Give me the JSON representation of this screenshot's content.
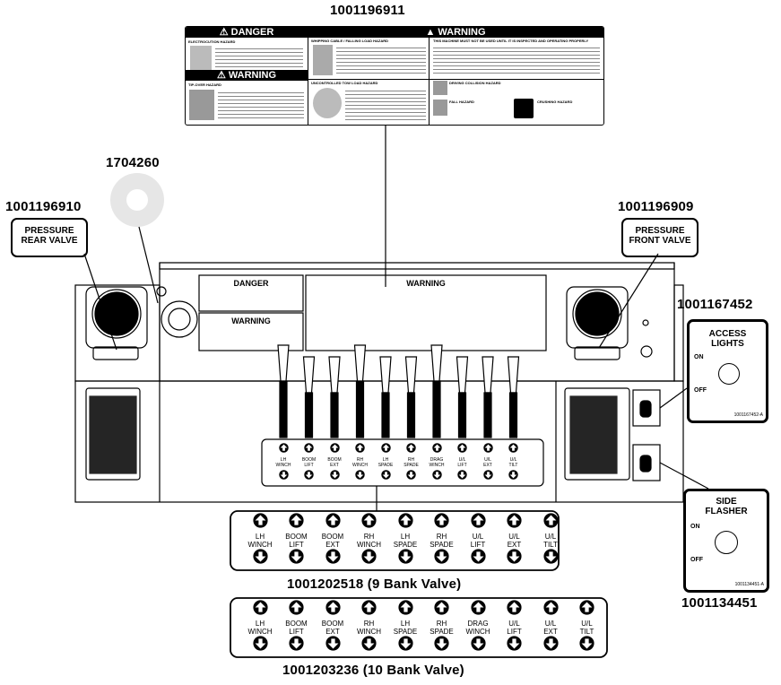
{
  "part_numbers": {
    "top_decal": "1001196911",
    "round_decal": "1704260",
    "rear_valve_decal": "1001196910",
    "front_valve_decal": "1001196909",
    "access_lights_decal": "1001167452",
    "side_flasher_decal": "1001134451",
    "nine_bank": "1001202518 (9 Bank Valve)",
    "ten_bank": "1001203236 (10 Bank Valve)"
  },
  "top_decal": {
    "danger_header": "DANGER",
    "warning_header": "WARNING",
    "warning_lower_header": "WARNING",
    "electrocution": "ELECTROCUTION HAZARD",
    "whipping": "WHIPPING CABLE / FALLING LOAD HAZARD",
    "inspect": "THIS MACHINE MUST NOT BE USED UNTIL IT IS INSPECTED AND OPERATING PROPERLY",
    "tipover": "TIP-OVER HAZARD",
    "uncontrolled": "UNCONTROLLED TOW LOAD HAZARD",
    "driving": "DRIVING COLLISION HAZARD",
    "fall": "FALL HAZARD",
    "crushing": "CRUSHING HAZARD"
  },
  "rear_valve": {
    "line1": "PRESSURE",
    "line2": "REAR VALVE"
  },
  "front_valve": {
    "line1": "PRESSURE",
    "line2": "FRONT VALVE"
  },
  "panel": {
    "danger": "DANGER",
    "warning_main": "WARNING",
    "warning_lower": "WARNING"
  },
  "access_lights": {
    "title1": "ACCESS",
    "title2": "LIGHTS",
    "on": "ON",
    "off": "OFF",
    "code": "1001167452-A"
  },
  "side_flasher": {
    "title1": "SIDE",
    "title2": "FLASHER",
    "on": "ON",
    "off": "OFF",
    "code": "1001134451-A"
  },
  "panel_strip_labels": [
    [
      "LH",
      "WINCH"
    ],
    [
      "BOOM",
      "LIFT"
    ],
    [
      "BOOM",
      "EXT"
    ],
    [
      "RH",
      "WINCH"
    ],
    [
      "LH",
      "SPADE"
    ],
    [
      "RH",
      "SPADE"
    ],
    [
      "DRAG",
      "WINCH"
    ],
    [
      "U/L",
      "LIFT"
    ],
    [
      "U/L",
      "EXT"
    ],
    [
      "U/L",
      "TILT"
    ]
  ],
  "nine_bank_labels": [
    [
      "LH",
      "WINCH"
    ],
    [
      "BOOM",
      "LIFT"
    ],
    [
      "BOOM",
      "EXT"
    ],
    [
      "RH",
      "WINCH"
    ],
    [
      "LH",
      "SPADE"
    ],
    [
      "RH",
      "SPADE"
    ],
    [
      "U/L",
      "LIFT"
    ],
    [
      "U/L",
      "EXT"
    ],
    [
      "U/L",
      "TILT"
    ]
  ],
  "ten_bank_labels": [
    [
      "LH",
      "WINCH"
    ],
    [
      "BOOM",
      "LIFT"
    ],
    [
      "BOOM",
      "EXT"
    ],
    [
      "RH",
      "WINCH"
    ],
    [
      "LH",
      "SPADE"
    ],
    [
      "RH",
      "SPADE"
    ],
    [
      "DRAG",
      "WINCH"
    ],
    [
      "U/L",
      "LIFT"
    ],
    [
      "U/L",
      "EXT"
    ],
    [
      "U/L",
      "TILT"
    ]
  ],
  "colors": {
    "ink": "#000000",
    "paper": "#ffffff",
    "panel_gray": "#f4f4f4"
  }
}
